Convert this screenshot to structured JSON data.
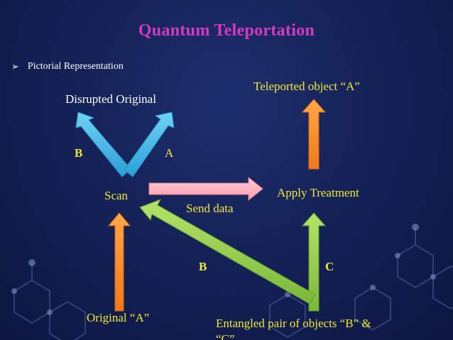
{
  "title": "Quantum Teleportation",
  "bullet": {
    "icon": "arrowhead-bullet-icon",
    "text": "Pictorial Representation"
  },
  "diagram": {
    "disrupted_original": "Disrupted Original",
    "teleported_object": "Teleported object “A”",
    "label_b_left": "B",
    "label_a": "A",
    "scan": "Scan",
    "apply_treatment": "Apply Treatment",
    "send_data": "Send data",
    "label_b_bottom": "B",
    "label_c": "C",
    "original_a": "Original “A”",
    "entangled_pair_line1": "Entangled pair of objects “B” &",
    "entangled_pair_line2": "“C”"
  },
  "colors": {
    "title": "#d43abf",
    "label_yellow": "#f2e836",
    "label_white": "#ffffff",
    "arrow_blue": "#45b8e6",
    "arrow_orange": "#ff8c2a",
    "arrow_green": "#9ad24a",
    "arrow_pink": "#ffb3c0"
  }
}
